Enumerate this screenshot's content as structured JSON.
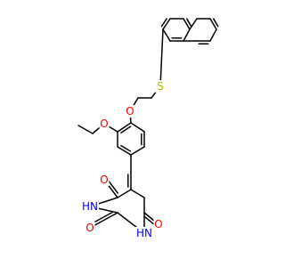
{
  "structure": {
    "bond_color": "#000000",
    "atom_labels": [
      {
        "id": "S1",
        "text": "S",
        "color": "#b8b800"
      },
      {
        "id": "O1",
        "text": "O",
        "color": "#ff0000"
      },
      {
        "id": "O2",
        "text": "O",
        "color": "#ff0000"
      },
      {
        "id": "O3",
        "text": "O",
        "color": "#ff0000"
      },
      {
        "id": "O4",
        "text": "O",
        "color": "#ff0000"
      },
      {
        "id": "O5",
        "text": "O",
        "color": "#ff0000"
      },
      {
        "id": "N1",
        "text": "HN",
        "color": "#0000ff"
      },
      {
        "id": "N2",
        "text": "HN",
        "color": "#0000ff"
      }
    ]
  }
}
